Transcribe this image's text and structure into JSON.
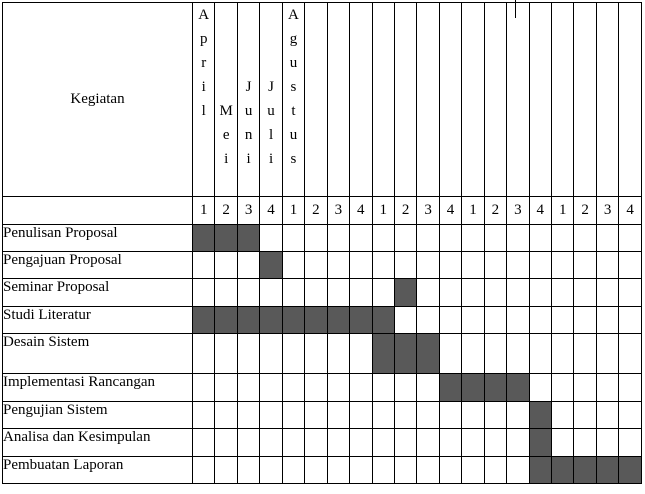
{
  "header": {
    "kegiatan_label": "Kegiatan",
    "months": [
      {
        "name": "April",
        "letters": "A\np\nr\ni\nl",
        "span": 1
      },
      {
        "name": "Mei",
        "letters": "\n\n\n\nM\ne\ni",
        "span": 1
      },
      {
        "name": "Juni",
        "letters": "\n\n\nJ\nu\nn\ni",
        "span": 1
      },
      {
        "name": "Juli",
        "letters": "\n\n\nJ\nu\nl\ni",
        "span": 1
      },
      {
        "name": "Agustus",
        "letters": "A\ng\nu\ns\nt\nu\ns",
        "span": 1
      }
    ],
    "weeks": [
      "1",
      "2",
      "3",
      "4",
      "1",
      "2",
      "3",
      "4",
      "1",
      "2",
      "3",
      "4",
      "1",
      "2",
      "3",
      "4",
      "1",
      "2",
      "3",
      "4"
    ]
  },
  "activities": [
    {
      "label": "Penulisan Proposal",
      "cells": [
        1,
        1,
        1,
        0,
        0,
        0,
        0,
        0,
        0,
        0,
        0,
        0,
        0,
        0,
        0,
        0,
        0,
        0,
        0,
        0
      ]
    },
    {
      "label": "Pengajuan Proposal",
      "cells": [
        0,
        0,
        0,
        1,
        0,
        0,
        0,
        0,
        0,
        0,
        0,
        0,
        0,
        0,
        0,
        0,
        0,
        0,
        0,
        0
      ]
    },
    {
      "label": "Seminar Proposal",
      "cells": [
        0,
        0,
        0,
        0,
        0,
        0,
        0,
        0,
        0,
        1,
        0,
        0,
        0,
        0,
        0,
        0,
        0,
        0,
        0,
        0
      ]
    },
    {
      "label": "Studi Literatur",
      "cells": [
        1,
        1,
        1,
        1,
        1,
        1,
        1,
        1,
        1,
        0,
        0,
        0,
        0,
        0,
        0,
        0,
        0,
        0,
        0,
        0
      ]
    },
    {
      "label": "Desain Sistem",
      "cells": [
        0,
        0,
        0,
        0,
        0,
        0,
        0,
        0,
        1,
        1,
        1,
        0,
        0,
        0,
        0,
        0,
        0,
        0,
        0,
        0
      ]
    },
    {
      "label": "Implementasi Rancangan",
      "cells": [
        0,
        0,
        0,
        0,
        0,
        0,
        0,
        0,
        0,
        0,
        0,
        1,
        1,
        1,
        1,
        0,
        0,
        0,
        0,
        0
      ]
    },
    {
      "label": "Pengujian Sistem",
      "cells": [
        0,
        0,
        0,
        0,
        0,
        0,
        0,
        0,
        0,
        0,
        0,
        0,
        0,
        0,
        0,
        1,
        0,
        0,
        0,
        0
      ]
    },
    {
      "label": "Analisa dan Kesimpulan",
      "cells": [
        0,
        0,
        0,
        0,
        0,
        0,
        0,
        0,
        0,
        0,
        0,
        0,
        0,
        0,
        0,
        1,
        0,
        0,
        0,
        0
      ]
    },
    {
      "label": "Pembuatan Laporan",
      "cells": [
        0,
        0,
        0,
        0,
        0,
        0,
        0,
        0,
        0,
        0,
        0,
        0,
        0,
        0,
        0,
        1,
        1,
        1,
        1,
        1
      ]
    }
  ],
  "colors": {
    "filled": "#595959",
    "empty": "#ffffff",
    "border": "#000000"
  }
}
